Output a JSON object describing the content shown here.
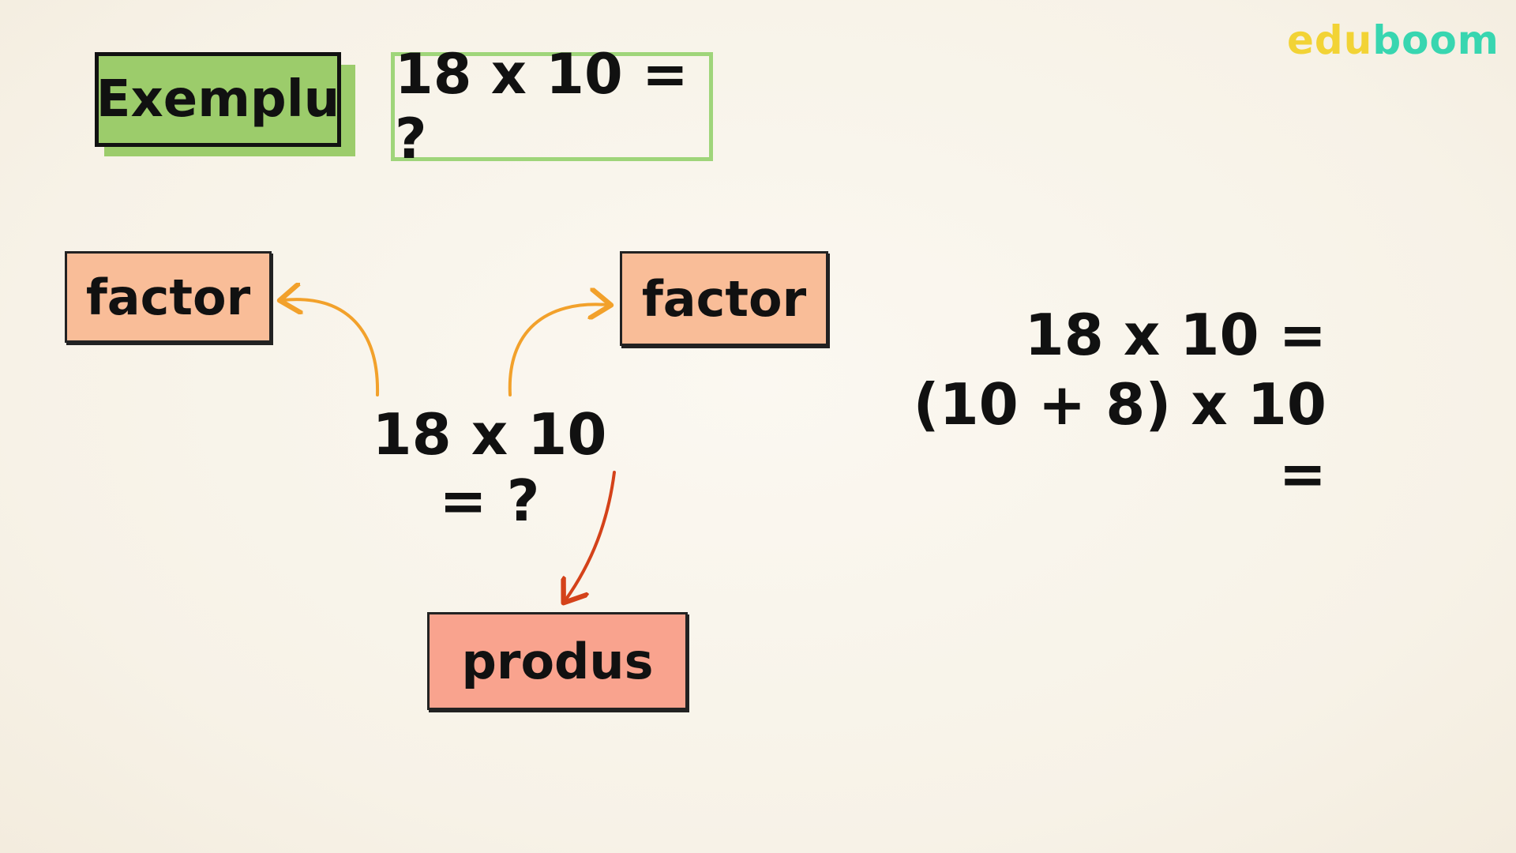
{
  "logo": {
    "part1": "edu",
    "part2": "boom"
  },
  "header": {
    "example_label": "Exemplu",
    "example_equation": "18 x 10 = ?"
  },
  "diagram": {
    "equation": "18 x 10 = ?",
    "factor_left": "factor",
    "factor_right": "factor",
    "product": "produs"
  },
  "expansion": {
    "line1": "18 x 10 =",
    "line2": "(10 + 8) x 10 ="
  },
  "icons": {
    "arrow_left": "curved-arrow-icon",
    "arrow_right": "curved-arrow-icon",
    "arrow_down": "curved-arrow-icon"
  },
  "colors": {
    "logo_edu": "#f2d335",
    "logo_boom": "#38d6b0",
    "green_fill": "#9ccc6b",
    "green_border": "#9fd57a",
    "peach": "#f9bd98",
    "salmon": "#f9a38e",
    "arrow_orange": "#f2a12b",
    "arrow_red": "#d4421a",
    "background": "#f8f4eb"
  }
}
